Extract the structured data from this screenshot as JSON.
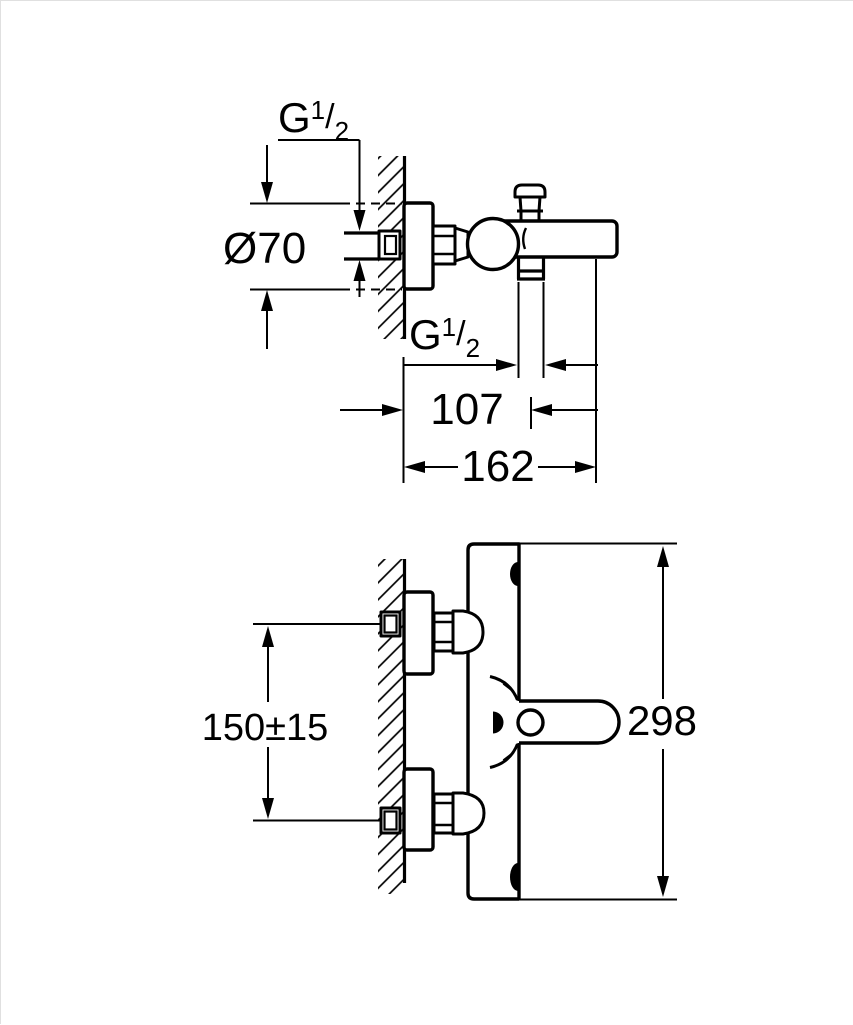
{
  "colors": {
    "line": "#000000",
    "background": "#ffffff"
  },
  "side_view": {
    "thread_label_top": {
      "base": "G",
      "sup": "1",
      "slash": "/",
      "sub": "2"
    },
    "escutcheon_diameter_label": "Ø70",
    "outlet_thread_label": {
      "base": "G",
      "sup": "1",
      "slash": "/",
      "sub": "2"
    },
    "wall_to_outlet_dim": "107",
    "wall_to_front_dim": "162"
  },
  "front_view": {
    "connection_distance_dim": "150±15",
    "overall_length_dim": "298"
  }
}
